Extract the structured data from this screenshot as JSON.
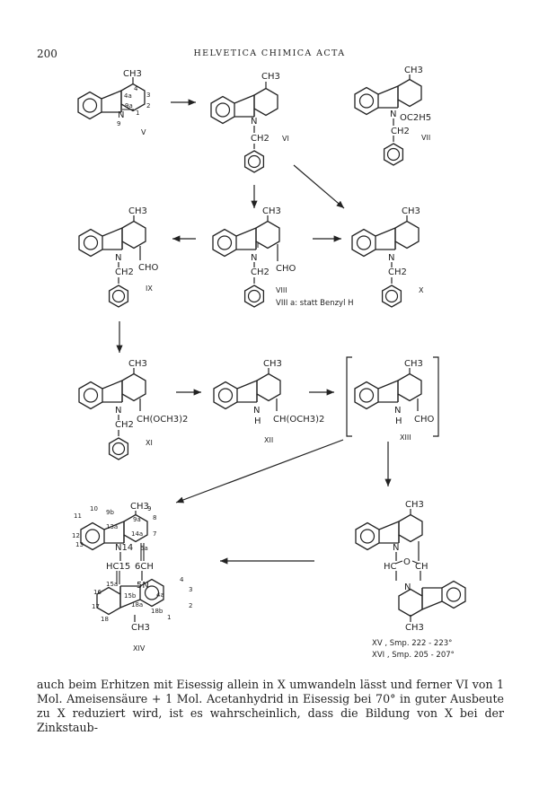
{
  "header": {
    "page_number": "200",
    "journal": "HELVETICA CHIMICA ACTA"
  },
  "compounds": {
    "V": {
      "label": "V",
      "ch3": "CH3",
      "n": "N",
      "locants": {
        "c4": "4",
        "c4a": "4a",
        "c3": "3",
        "c9a": "9a",
        "c2": "2",
        "c1": "1",
        "n9": "9"
      }
    },
    "VI": {
      "label": "VI",
      "ch3": "CH3",
      "n": "N",
      "ch2": "CH2"
    },
    "VII": {
      "label": "VII",
      "ch3": "CH3",
      "n": "N",
      "oc2h5": "OC2H5",
      "ch2": "CH2"
    },
    "IX": {
      "label": "IX",
      "ch3": "CH3",
      "n": "N",
      "ch2": "CH2",
      "cho": "CHO"
    },
    "VIII": {
      "label": "VIII",
      "ch3": "CH3",
      "n": "N",
      "ch2": "CH2",
      "cho": "CHO",
      "note": "VIII a: statt Benzyl H"
    },
    "X": {
      "label": "X",
      "ch3": "CH3",
      "n": "N",
      "ch2": "CH2"
    },
    "XI": {
      "label": "XI",
      "ch3": "CH3",
      "n": "N",
      "ch2": "CH2",
      "acetal": "CH(OCH3)2"
    },
    "XII": {
      "label": "XII",
      "ch3": "CH3",
      "n": "N",
      "h": "H",
      "acetal": "CH(OCH3)2"
    },
    "XIII": {
      "label": "XIII",
      "ch3": "CH3",
      "n": "N",
      "h": "H",
      "cho": "CHO"
    },
    "XIV": {
      "label": "XIV",
      "ch3_top": "CH3",
      "ch3_bottom": "CH3",
      "hc15": "HC15",
      "ch6": "6CH",
      "n14": "N14",
      "n5": "5N",
      "locants": [
        "10",
        "11",
        "12",
        "13",
        "9b",
        "9",
        "9a",
        "8",
        "13a",
        "14a",
        "7",
        "6a",
        "15a",
        "16",
        "17",
        "18",
        "15b",
        "18a",
        "4a",
        "4",
        "3",
        "2",
        "1",
        "18b"
      ]
    },
    "XV_XVI": {
      "ch3_top": "CH3",
      "ch3_bottom": "CH3",
      "n_top": "N",
      "n_bottom": "N",
      "hc": "HC",
      "o": "O",
      "ch": "CH",
      "xv": "XV , Smp. 222 - 223°",
      "xvi": "XVI , Smp. 205 - 207°"
    }
  },
  "body": {
    "paragraph": "auch beim Erhitzen mit Eisessig allein in X umwandeln lässt und ferner VI von 1 Mol. Ameisensäure + 1 Mol. Acetanhydrid in Eisessig bei 70° in guter Ausbeute zu X reduziert wird, ist es wahrscheinlich, dass die Bildung von X bei der Zinkstaub-"
  }
}
